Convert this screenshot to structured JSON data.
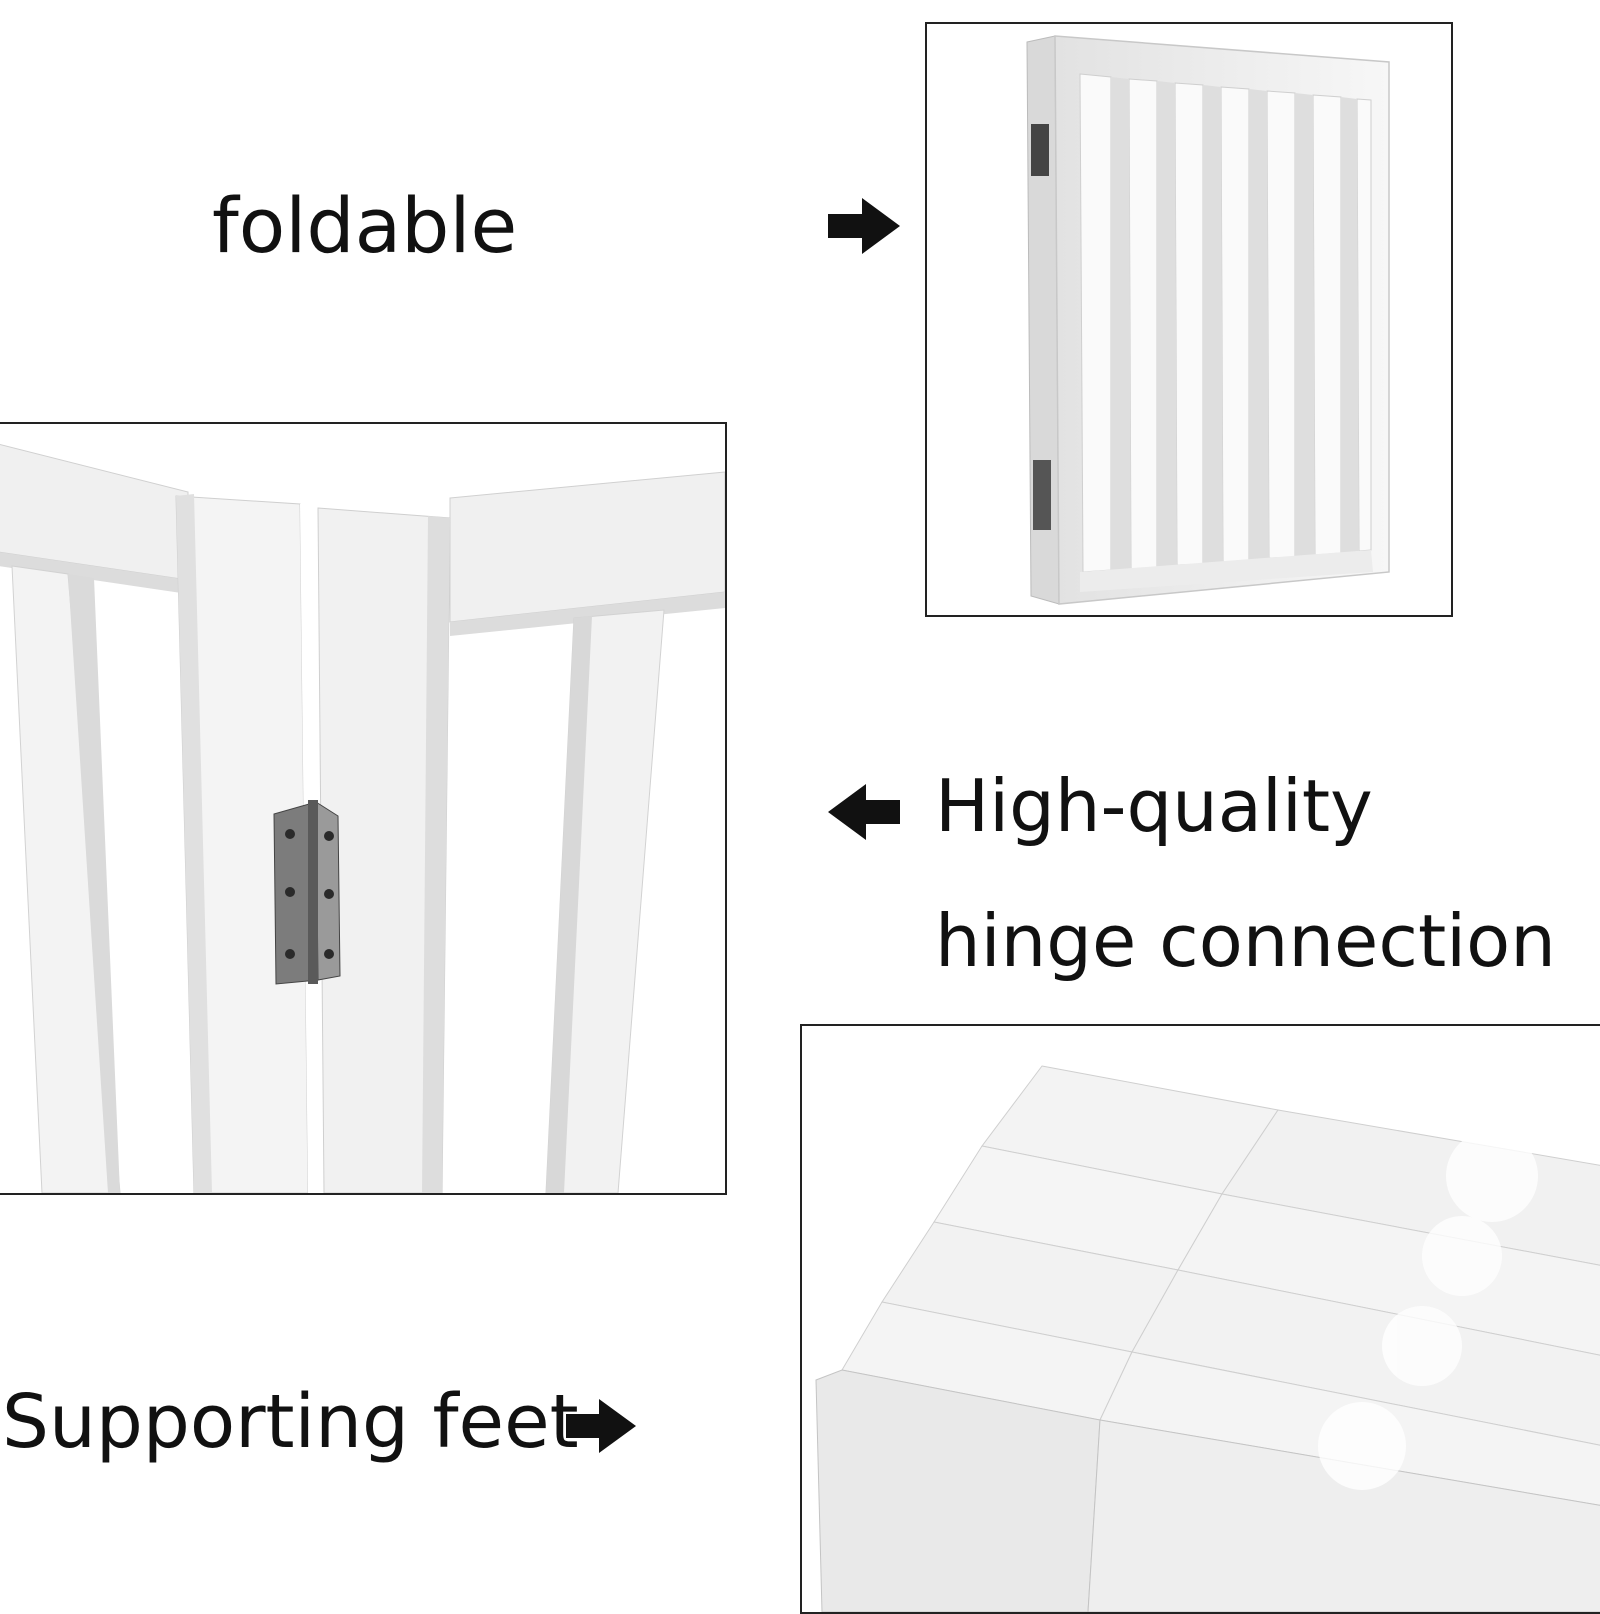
{
  "captions": {
    "foldable": "foldable",
    "hinge_line1": "High-quality",
    "hinge_line2": "hinge connection",
    "feet": "Supporting feet"
  },
  "icons": {
    "arrow_right": "arrow-right-icon",
    "arrow_left": "arrow-left-icon"
  },
  "colors": {
    "text": "#111111",
    "panel_border": "#222222",
    "gate_white": "#f2f2f2",
    "gate_shadow": "#cfcfcf",
    "hinge_metal": "#8a8a8a"
  }
}
